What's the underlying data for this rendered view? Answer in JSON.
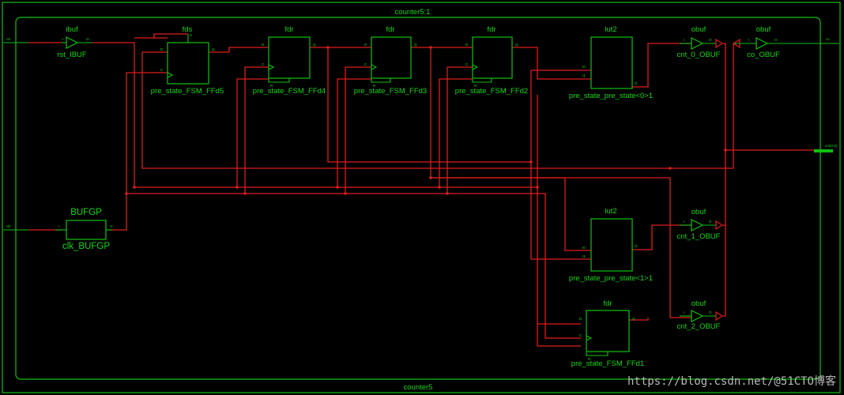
{
  "top": {
    "title": "counter5:1",
    "bottom_label": "counter5"
  },
  "ports": {
    "rst": "rst",
    "clk": "clk",
    "co": "co",
    "cnt": "cnt(2:0)"
  },
  "rst_buf": {
    "type": "ibuf",
    "name": "rst_IBUF",
    "pin_in": "I",
    "pin_out": "O"
  },
  "clk_buf": {
    "type": "BUFGP",
    "name": "clk_BUFGP",
    "pin_in": "I",
    "pin_out": "O"
  },
  "ff5": {
    "type": "fds",
    "name": "pre_state_FSM_FFd5",
    "pin_s": "S",
    "pin_d": "D",
    "pin_c": "C",
    "pin_q": "Q"
  },
  "ff4": {
    "type": "fdr",
    "name": "pre_state_FSM_FFd4",
    "pin_d": "D",
    "pin_c": "C",
    "pin_r": "R",
    "pin_q": "Q"
  },
  "ff3": {
    "type": "fdr",
    "name": "pre_state_FSM_FFd3",
    "pin_d": "D",
    "pin_c": "C",
    "pin_r": "R",
    "pin_q": "Q"
  },
  "ff2": {
    "type": "fdr",
    "name": "pre_state_FSM_FFd2",
    "pin_d": "D",
    "pin_c": "C",
    "pin_r": "R",
    "pin_q": "Q"
  },
  "ff1": {
    "type": "fdr",
    "name": "pre_state_FSM_FFd1",
    "pin_d": "D",
    "pin_c": "C",
    "pin_r": "R",
    "pin_q": "Q"
  },
  "lut0": {
    "type": "lut2",
    "name": "pre_state_pre_state<0>1",
    "pin_i0": "I0",
    "pin_i1": "I1",
    "pin_o": "O"
  },
  "lut1": {
    "type": "lut2",
    "name": "pre_state_pre_state<1>1",
    "pin_i0": "I0",
    "pin_i1": "I1",
    "pin_o": "O"
  },
  "obuf0": {
    "type": "obuf",
    "name": "cnt_0_OBUF",
    "pin_in": "I",
    "pin_out": "O"
  },
  "obuf_co": {
    "type": "obuf",
    "name": "co_OBUF",
    "pin_in": "I",
    "pin_out": "O"
  },
  "obuf1": {
    "type": "obuf",
    "name": "cnt_1_OBUF",
    "pin_in": "I",
    "pin_out": "O"
  },
  "obuf2": {
    "type": "obuf",
    "name": "cnt_2_OBUF",
    "pin_in": "I",
    "pin_out": "O"
  },
  "watermark": "https://blog.csdn.net/@51CTO博客"
}
